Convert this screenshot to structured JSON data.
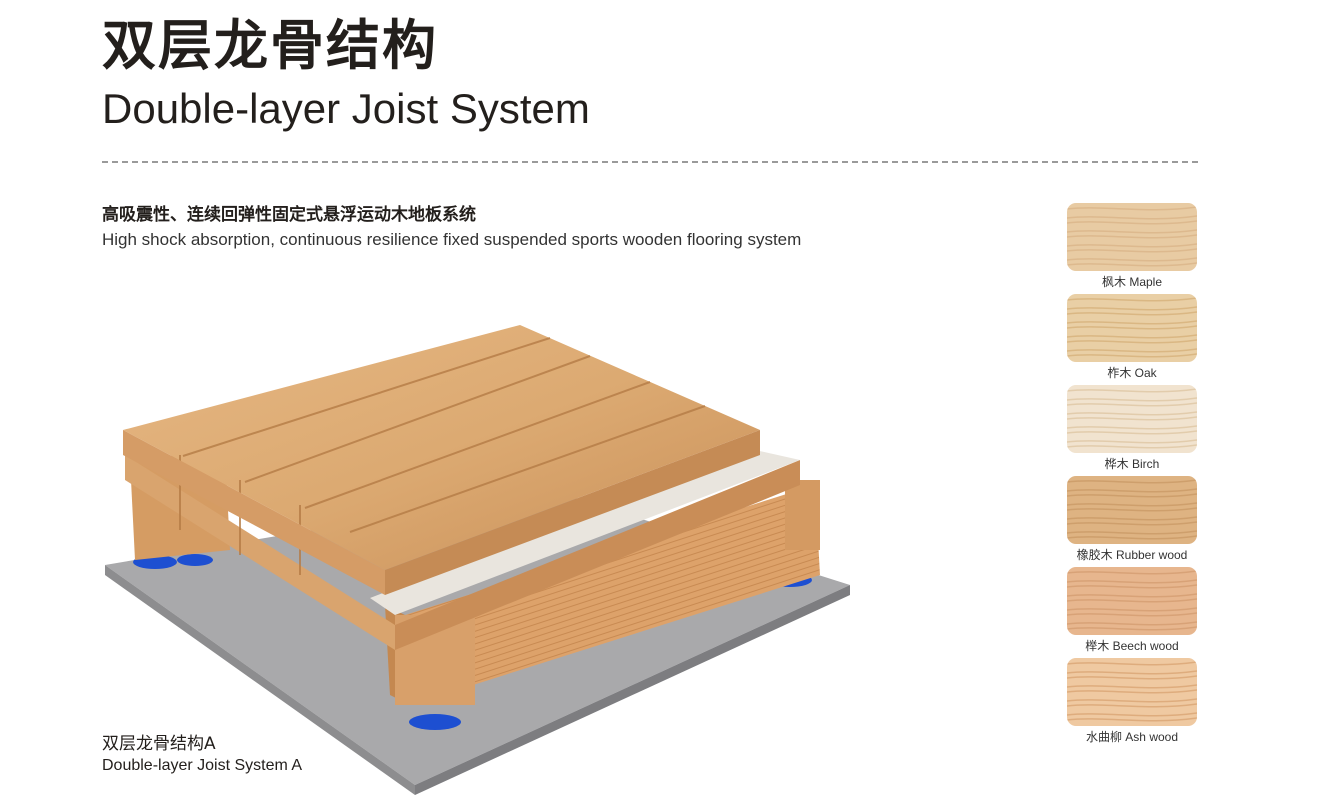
{
  "header": {
    "title_cn": "双层龙骨结构",
    "title_en": "Double-layer Joist System"
  },
  "intro": {
    "subtitle_cn": "高吸震性、连续回弹性固定式悬浮运动木地板系统",
    "subtitle_en": "High shock absorption, continuous resilience fixed suspended sports wooden flooring system"
  },
  "figure": {
    "caption_cn": "双层龙骨结构A",
    "caption_en": "Double-layer Joist System  A"
  },
  "wood_options": [
    {
      "label": "枫木 Maple",
      "color": "#e8cba3",
      "grain": "#d9b488"
    },
    {
      "label": "柞木 Oak",
      "color": "#e9cfa5",
      "grain": "#d6b07a"
    },
    {
      "label": "桦木 Birch",
      "color": "#f1e3cf",
      "grain": "#dfc6a3"
    },
    {
      "label": "橡胶木 Rubber wood",
      "color": "#deb382",
      "grain": "#c99a66"
    },
    {
      "label": "榉木 Beech wood",
      "color": "#e7b68e",
      "grain": "#d49d72"
    },
    {
      "label": "水曲柳 Ash wood",
      "color": "#efc9a1",
      "grain": "#d9a574"
    }
  ]
}
